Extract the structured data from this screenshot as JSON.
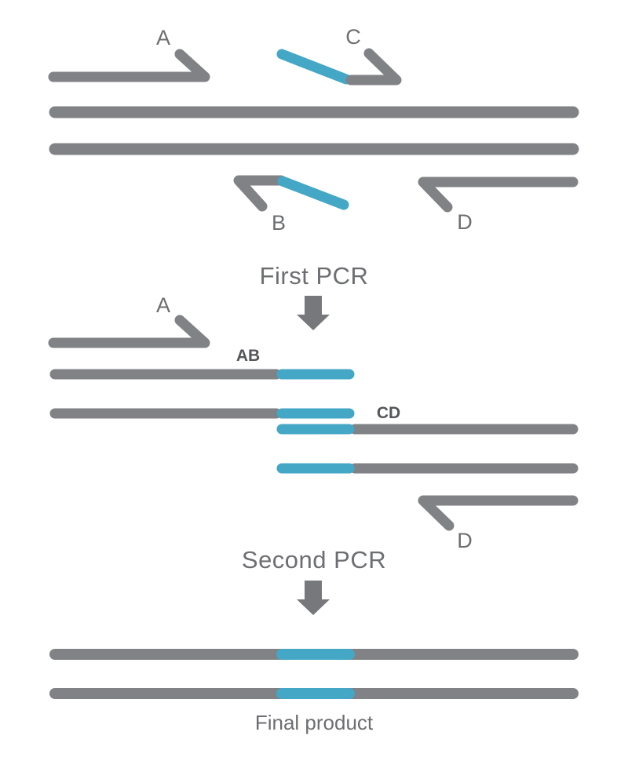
{
  "colors": {
    "strand_gray": "#808285",
    "overlap_blue": "#44A7C6",
    "arrow_gray": "#77787B",
    "label_gray": "#6D6E71",
    "product_label_gray": "#55565A",
    "background": "#FFFFFF"
  },
  "template_section": {
    "primer_a_label": "A",
    "primer_b_label": "B",
    "primer_c_label": "C",
    "primer_d_label": "D"
  },
  "steps": {
    "first_pcr_label": "First PCR",
    "second_pcr_label": "Second PCR"
  },
  "intermediate_section": {
    "primer_a_label": "A",
    "primer_d_label": "D",
    "product_ab_label": "AB",
    "product_cd_label": "CD"
  },
  "final_section": {
    "final_product_label": "Final product"
  }
}
